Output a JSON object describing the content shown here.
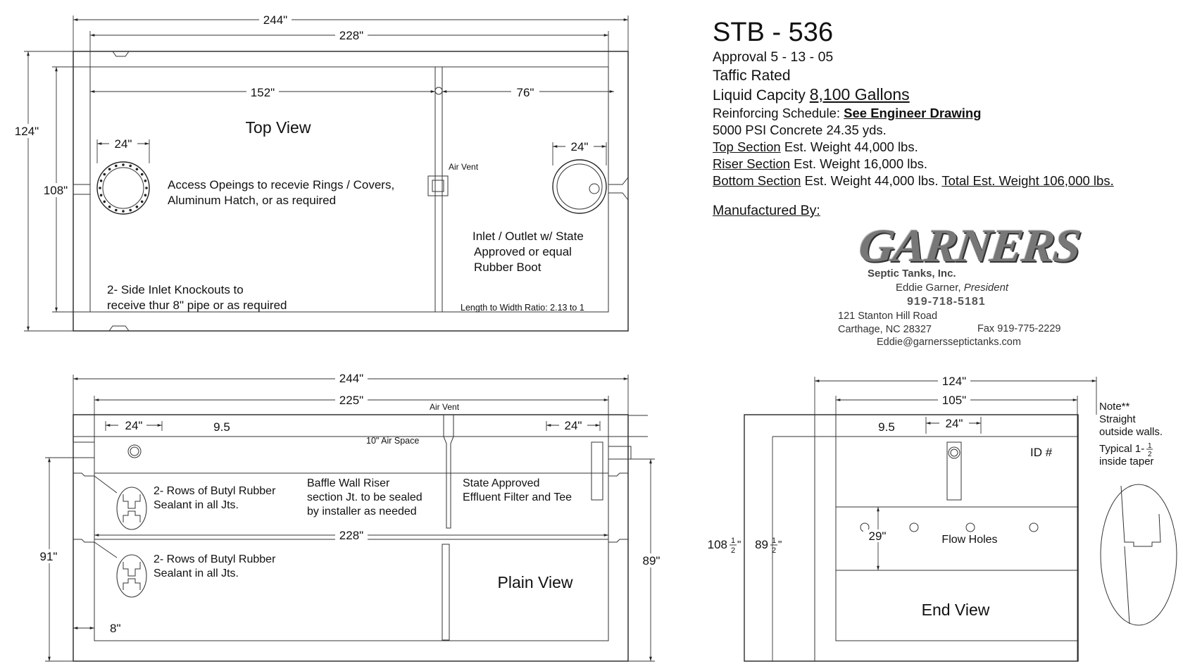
{
  "info": {
    "title": "STB - 536",
    "approval": "Approval 5 - 13 - 05",
    "traffic": "Taffic Rated",
    "capacity_label": "Liquid Capcity",
    "capacity_value": "8,100 Gallons",
    "reinforcing_label": "Reinforcing Schedule:",
    "reinforcing_value": "See Engineer Drawing",
    "concrete": "5000 PSI Concrete  24.35 yds.",
    "top_section_label": "Top Section",
    "top_section_value": "Est. Weight 44,000 lbs.",
    "riser_section_label": "Riser Section",
    "riser_section_value": "Est. Weight 16,000 lbs.",
    "bottom_section_label": "Bottom Section",
    "bottom_section_value": "Est. Weight 44,000 lbs.",
    "total_weight": "Total Est. Weight 106,000 lbs.",
    "manufactured_by": "Manufactured By:"
  },
  "business": {
    "logo": "GARNERS",
    "tagline": "Septic Tanks, Inc.",
    "person": "Eddie Garner",
    "role": "President",
    "phone": "919-718-5181",
    "address1": "121 Stanton Hill Road",
    "address2": "Carthage, NC 28327",
    "fax": "Fax 919-775-2229",
    "email": "Eddie@garnersseptictanks.com"
  },
  "top_view": {
    "title": "Top View",
    "dim_overall_length": "244\"",
    "dim_inside_length": "228\"",
    "dim_left": "152\"",
    "dim_right": "76\"",
    "dim_overall_width": "124\"",
    "dim_inside_width": "108\"",
    "dim_access_left": "24\"",
    "dim_access_right": "24\"",
    "air_vent": "Air Vent",
    "access_note_1": "Access Opeings to recevie Rings / Covers,",
    "access_note_2": "Aluminum Hatch, or as required",
    "inlet_note_1": "Inlet / Outlet w/  State",
    "inlet_note_2": "Approved or equal",
    "inlet_note_3": "Rubber Boot",
    "knockout_note_1": "2- Side Inlet Knockouts to",
    "knockout_note_2": "receive thur 8\" pipe or as required",
    "ratio": "Length to Width Ratio: 2.13 to 1"
  },
  "plain_view": {
    "title": "Plain View",
    "dim_overall_length": "244\"",
    "dim_inner_length": "225\"",
    "dim_bottom_inner": "228\"",
    "dim_left_24": "24\"",
    "dim_right_24": "24\"",
    "dim_95": "9.5",
    "air_vent": "Air Vent",
    "air_space": "10\" Air Space",
    "dim_height_left": "91\"",
    "dim_height_right": "89\"",
    "dim_wall": "8\"",
    "butyl_1a": "2- Rows of Butyl Rubber",
    "butyl_1b": "Sealant in all Jts.",
    "butyl_2a": "2- Rows of Butyl Rubber",
    "butyl_2b": "Sealant in all Jts.",
    "baffle_1": "Baffle Wall Riser",
    "baffle_2": "section Jt. to be sealed",
    "baffle_3": "by installer as needed",
    "filter_1": "State Approved",
    "filter_2": "Effluent Filter and Tee"
  },
  "end_view": {
    "title": "End View",
    "dim_outer": "124\"",
    "dim_inner": "105\"",
    "dim_95": "9.5",
    "dim_24": "24\"",
    "dim_29": "29\"",
    "id": "ID #",
    "flow_holes": "Flow Holes",
    "dim_height_outer": "108",
    "dim_height_inner": "89",
    "half": "1 2",
    "note_1": "Note**",
    "note_2": "Straight",
    "note_3": "outside walls.",
    "note_4": "Typical 1-",
    "note_5": "inside taper"
  }
}
